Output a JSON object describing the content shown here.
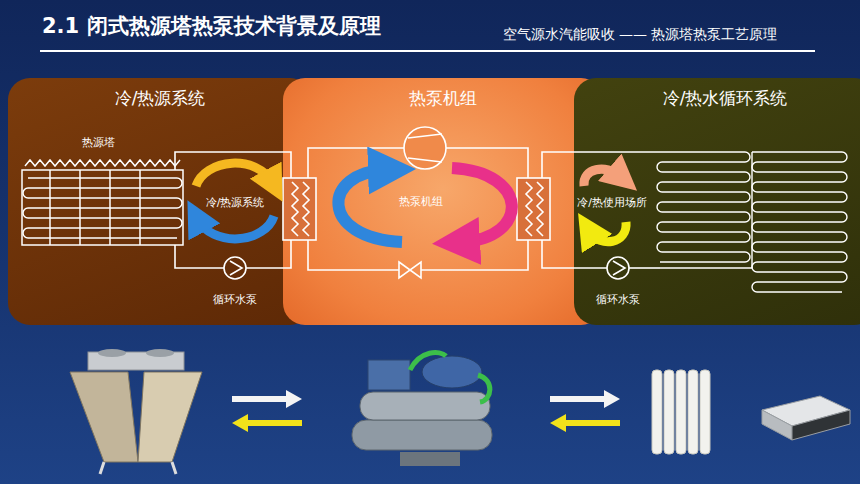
{
  "diagram": {
    "title": "2.1 闭式热源塔热泵技术背景及原理",
    "nodes": [
      {
        "text": [
          "冷/热源系统"
        ]
      },
      {
        "text": [
          "热泵机组"
        ]
      },
      {
        "text": [
          "冷/热水循环系统"
        ]
      }
    ],
    "labels": [
      "空气源水汽能吸收 —— 热源塔热泵工艺原理",
      "热源塔",
      "冷/热源系统",
      "循环水泵",
      "热泵机组",
      "冷/热使用场所",
      "循环水泵"
    ]
  }
}
